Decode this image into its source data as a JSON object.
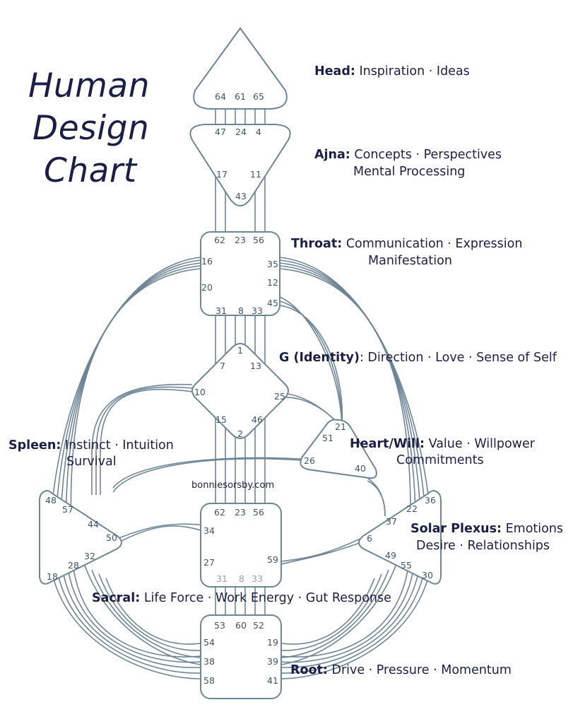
{
  "title": [
    "Human",
    "Design",
    "Chart"
  ],
  "watermark": "bonniesorsby.com",
  "colors": {
    "line": "#6e8595",
    "text": "#1b1f45",
    "gate": "#3e5566"
  },
  "centers": {
    "head": {
      "name": "Head:",
      "desc": [
        "Inspiration · Ideas"
      ],
      "gates": [
        "64",
        "61",
        "65"
      ]
    },
    "ajna": {
      "name": "Ajna:",
      "desc": [
        "Concepts · Perspectives",
        "Mental Processing"
      ],
      "gates": [
        "47",
        "24",
        "4",
        "17",
        "11",
        "43"
      ]
    },
    "throat": {
      "name": "Throat:",
      "desc": [
        "Communication · Expression",
        "Manifestation"
      ],
      "gates": [
        "62",
        "23",
        "56",
        "16",
        "20",
        "35",
        "12",
        "45",
        "31",
        "8",
        "33"
      ]
    },
    "g": {
      "name": "G (Identity)",
      "desc": [
        ": Direction · Love · Sense of Self"
      ],
      "gates": [
        "1",
        "7",
        "13",
        "10",
        "25",
        "15",
        "46",
        "2"
      ]
    },
    "heart": {
      "name": "Heart/Will:",
      "desc": [
        "Value · Willpower",
        "Commitments"
      ],
      "gates": [
        "21",
        "51",
        "26",
        "40"
      ]
    },
    "spleen": {
      "name": "Spleen:",
      "desc": [
        "Instinct · Intuition",
        "Survival"
      ],
      "gates": [
        "48",
        "57",
        "44",
        "50",
        "32",
        "28",
        "18"
      ]
    },
    "sacral": {
      "name": "Sacral:",
      "desc": [
        "Life Force · Work Energy · Gut Response"
      ],
      "gates": [
        "62",
        "23",
        "56",
        "34",
        "27",
        "59",
        "31",
        "8",
        "33"
      ]
    },
    "solar": {
      "name": "Solar Plexus:",
      "desc": [
        "Emotions",
        "Desire · Relationships"
      ],
      "gates": [
        "36",
        "22",
        "37",
        "6",
        "49",
        "55",
        "30"
      ]
    },
    "root": {
      "name": "Root:",
      "desc": [
        "Drive · Pressure · Momentum"
      ],
      "gates": [
        "53",
        "60",
        "52",
        "54",
        "19",
        "38",
        "39",
        "58",
        "41"
      ]
    }
  }
}
